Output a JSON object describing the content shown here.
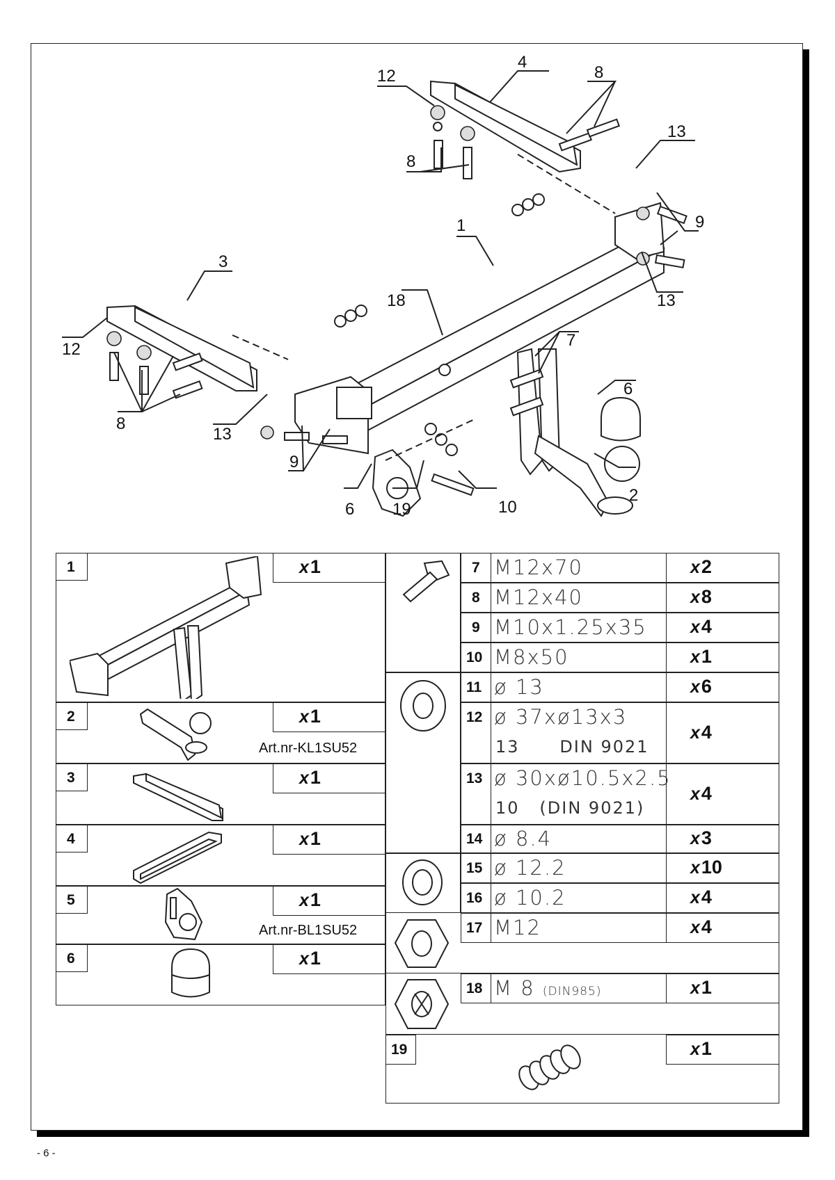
{
  "page": {
    "number": "- 6 -"
  },
  "diagram": {
    "callouts": [
      "12",
      "4",
      "8",
      "13",
      "8",
      "9",
      "1",
      "13",
      "3",
      "18",
      "7",
      "12",
      "6",
      "8",
      "13",
      "9",
      "6",
      "19",
      "10",
      "2"
    ]
  },
  "parts": [
    {
      "no": "1",
      "qty": "1",
      "icon": "towbar-crossbar-icon"
    },
    {
      "no": "2",
      "qty": "1",
      "art": "Art.nr-KL1SU52",
      "icon": "towball-neck-icon"
    },
    {
      "no": "3",
      "qty": "1",
      "icon": "bracket-left-icon"
    },
    {
      "no": "4",
      "qty": "1",
      "icon": "bracket-right-icon"
    },
    {
      "no": "5",
      "qty": "1",
      "art": "Art.nr-BL1SU52",
      "icon": "socket-plate-icon"
    },
    {
      "no": "6",
      "qty": "1",
      "icon": "ball-cover-icon"
    }
  ],
  "hardware": [
    {
      "no": "7",
      "spec": "M12x70",
      "qty": "2"
    },
    {
      "no": "8",
      "spec": "M12x40",
      "qty": "8"
    },
    {
      "no": "9",
      "spec": "M10x1.25x35",
      "qty": "4"
    },
    {
      "no": "10",
      "spec": "M8x50",
      "qty": "1"
    },
    {
      "no": "11",
      "spec": "ø 13",
      "qty": "6"
    },
    {
      "no": "12",
      "spec": "ø 37xø13x3",
      "spec2": "13      DIN 9021",
      "qty": "4"
    },
    {
      "no": "13",
      "spec": "ø 30xø10.5x2.5",
      "spec2": "10   (DIN 9021)",
      "qty": "4"
    },
    {
      "no": "14",
      "spec": "ø 8.4",
      "qty": "3"
    },
    {
      "no": "15",
      "spec": "ø 12.2",
      "qty": "10"
    },
    {
      "no": "16",
      "spec": "ø 10.2",
      "qty": "4"
    },
    {
      "no": "17",
      "spec": "M12",
      "qty": "4"
    },
    {
      "no": "18",
      "spec": "M 8",
      "spec_small": "(DIN985)",
      "qty": "1"
    },
    {
      "no": "19",
      "spec": "",
      "qty": "1"
    }
  ],
  "qty_prefix": "x",
  "hardware_icons": [
    "bolt-icon",
    "flat-washer-icon",
    "spring-washer-icon",
    "hex-nut-icon",
    "lock-nut-icon",
    "spring-icon"
  ]
}
